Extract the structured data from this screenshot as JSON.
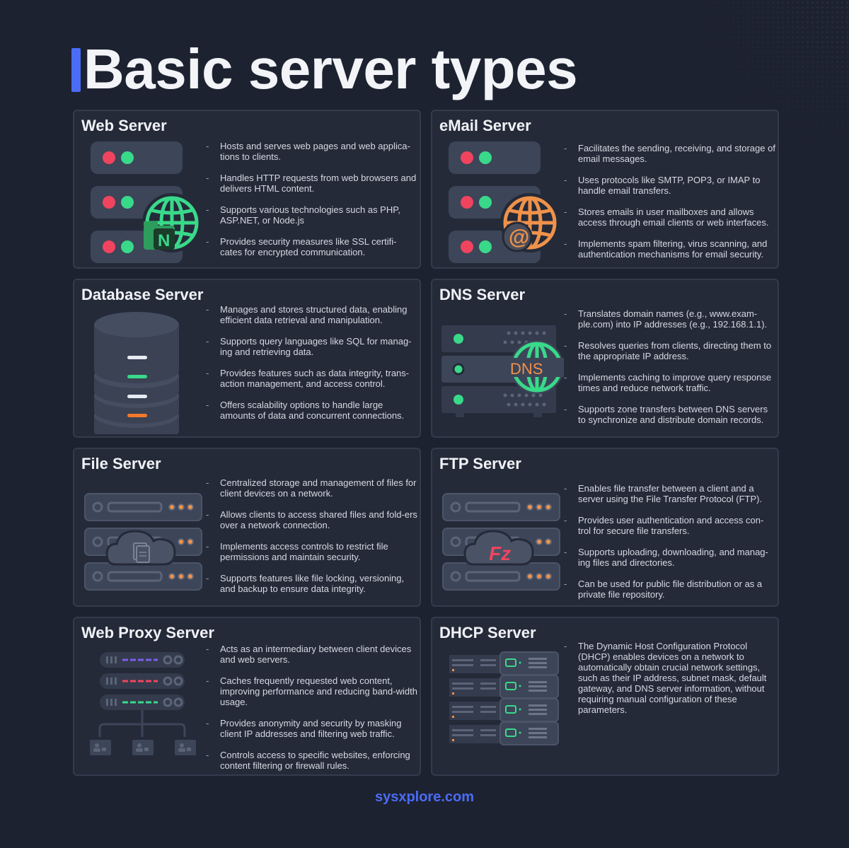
{
  "title": "Basic server types",
  "footer": "sysxplore.com",
  "colors": {
    "background": "#1d2230",
    "card": "#242a38",
    "accent": "#4a6cf7",
    "green": "#39d98a",
    "red": "#f0445e",
    "orange": "#f0924a"
  },
  "cards": [
    {
      "title": "Web Server",
      "icon": "web-server-globe-icon",
      "items": [
        "Hosts and serves web pages and web applica-tions to clients.",
        "Handles HTTP requests from web browsers and delivers HTML content.",
        "Supports various technologies such as PHP, ASP.NET, or Node.js",
        "Provides security measures like SSL certifi-cates for encrypted communication."
      ]
    },
    {
      "title": "eMail Server",
      "icon": "email-server-icon",
      "items": [
        "Facilitates the sending, receiving, and storage of email messages.",
        "Uses protocols like SMTP, POP3, or IMAP to handle email transfers.",
        "Stores emails in user mailboxes and allows access through email clients or web interfaces.",
        "Implements spam filtering, virus scanning, and authentication mechanisms for email security."
      ]
    },
    {
      "title": "Database Server",
      "icon": "database-icon",
      "items": [
        "Manages and stores structured data, enabling efficient data retrieval and manipulation.",
        "Supports query languages like SQL for manag-ing and retrieving data.",
        "Provides features such as data integrity, trans-action management, and access control.",
        "Offers scalability options to handle large amounts of data and concurrent connections."
      ]
    },
    {
      "title": "DNS Server",
      "icon": "dns-server-icon",
      "badge": "DNS",
      "items": [
        "Translates domain names (e.g., www.exam-ple.com) into IP addresses (e.g., 192.168.1.1).",
        "Resolves queries from clients, directing them to the appropriate IP address.",
        "Implements caching to improve query response times and reduce network traffic.",
        "Supports zone transfers between DNS servers to synchronize and distribute domain records."
      ]
    },
    {
      "title": "File Server",
      "icon": "file-server-cloud-icon",
      "items": [
        "Centralized storage and management of files for client devices on a network.",
        "Allows clients to access shared files and fold-ers over a network connection.",
        "Implements access controls to restrict file permissions and maintain security.",
        "Supports features like file locking, versioning, and backup to ensure data integrity."
      ]
    },
    {
      "title": "FTP Server",
      "icon": "ftp-server-filezilla-icon",
      "items": [
        "Enables file transfer between a client and a server using the File Transfer Protocol (FTP).",
        "Provides user authentication and access con-trol for secure file transfers.",
        "Supports uploading, downloading, and manag-ing files and directories.",
        "Can be used for public file distribution or as a private file repository."
      ]
    },
    {
      "title": "Web Proxy Server",
      "icon": "proxy-server-icon",
      "items": [
        "Acts as an intermediary between client devices and web servers.",
        "Caches frequently requested web content, improving performance and reducing band-width usage.",
        "Provides anonymity and security by masking client IP addresses and filtering web traffic.",
        "Controls access to specific websites, enforcing content filtering or firewall rules."
      ]
    },
    {
      "title": "DHCP Server",
      "icon": "dhcp-server-rack-icon",
      "items": [
        "The Dynamic Host Configuration Protocol (DHCP) enables devices on a network to automatically obtain crucial network settings, such as their IP address, subnet mask, default gateway, and DNS server information, without requiring manual configuration of these parameters."
      ]
    }
  ]
}
